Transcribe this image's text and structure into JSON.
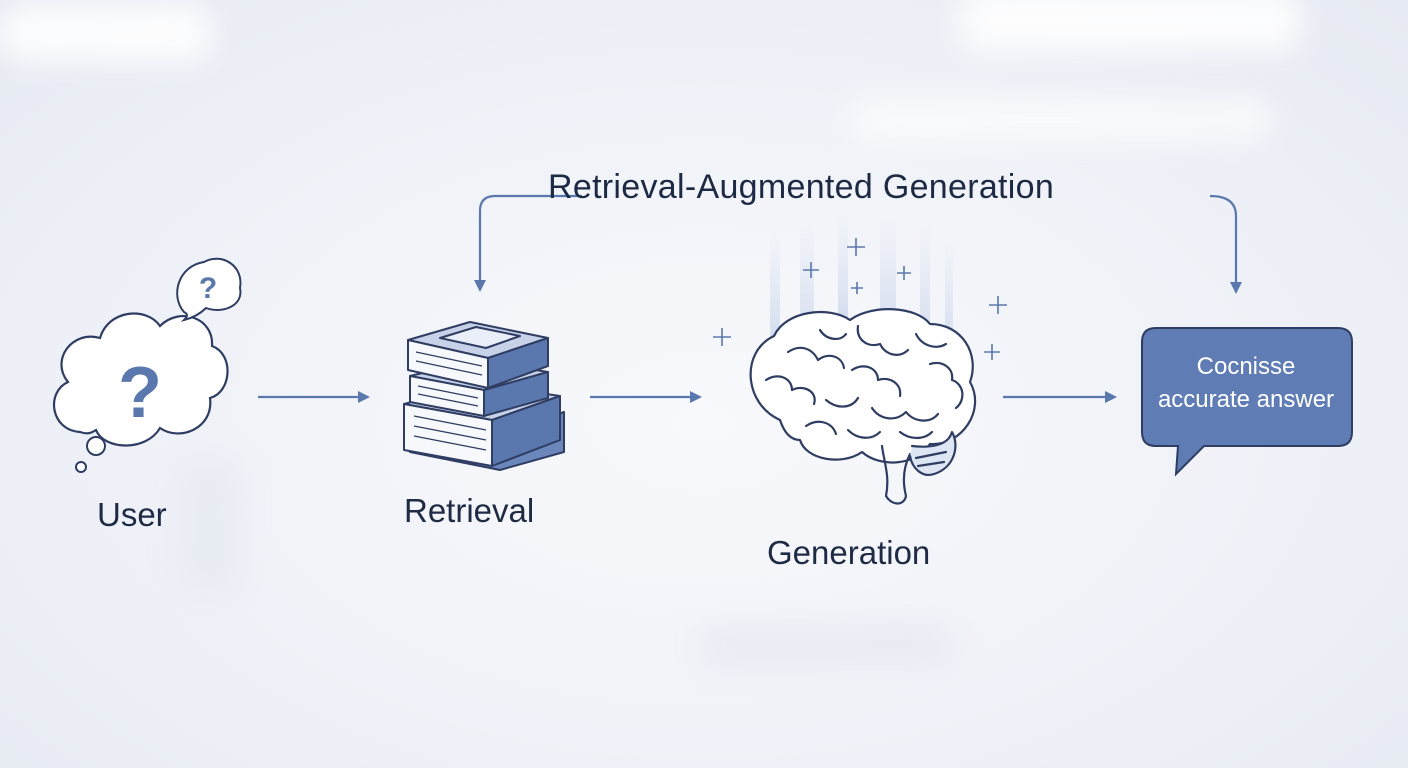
{
  "title": "Retrieval-Augmented Generation",
  "nodes": {
    "user": {
      "label": "User",
      "icon": "thought-cloud-question-icon"
    },
    "retrieval": {
      "label": "Retrieval",
      "icon": "book-stack-icon"
    },
    "generation": {
      "label": "Generation",
      "icon": "brain-icon"
    },
    "answer": {
      "line1": "Cocnisse",
      "line2": "accurate answer",
      "icon": "speech-bubble-icon"
    }
  },
  "colors": {
    "accent": "#5a78ad",
    "answer_fill": "#5f7db4",
    "stroke": "#2f3d63",
    "text": "#1f2b45"
  }
}
